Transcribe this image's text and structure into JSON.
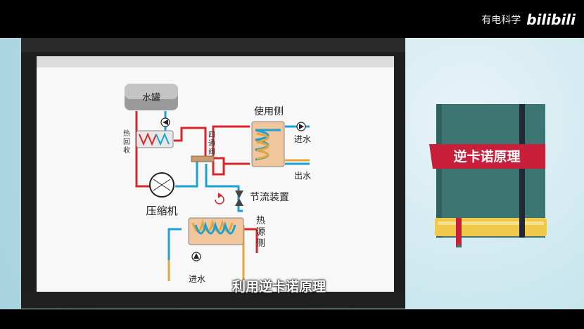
{
  "watermark": {
    "channel": "有电科学",
    "brand": "bilibili"
  },
  "diagram": {
    "water_tank": "水罐",
    "heat_recovery": [
      "热",
      "回",
      "收"
    ],
    "four_way_valve": [
      "四",
      "通",
      "阀"
    ],
    "user_side": "使用侧",
    "water_in": "进水",
    "water_out": "出水",
    "compressor": "压缩机",
    "throttle": "节流装置",
    "heat_source_side": [
      "热",
      "源",
      "侧"
    ],
    "bottom_water_in": "进水"
  },
  "book": {
    "title": "逆卡诺原理"
  },
  "subtitle": "利用逆卡诺原理",
  "colors": {
    "hot": "#d8262b",
    "cold": "#1aa1d8",
    "water": "#e3a63b",
    "book": "#3c7572",
    "book_label": "#c8203a"
  }
}
